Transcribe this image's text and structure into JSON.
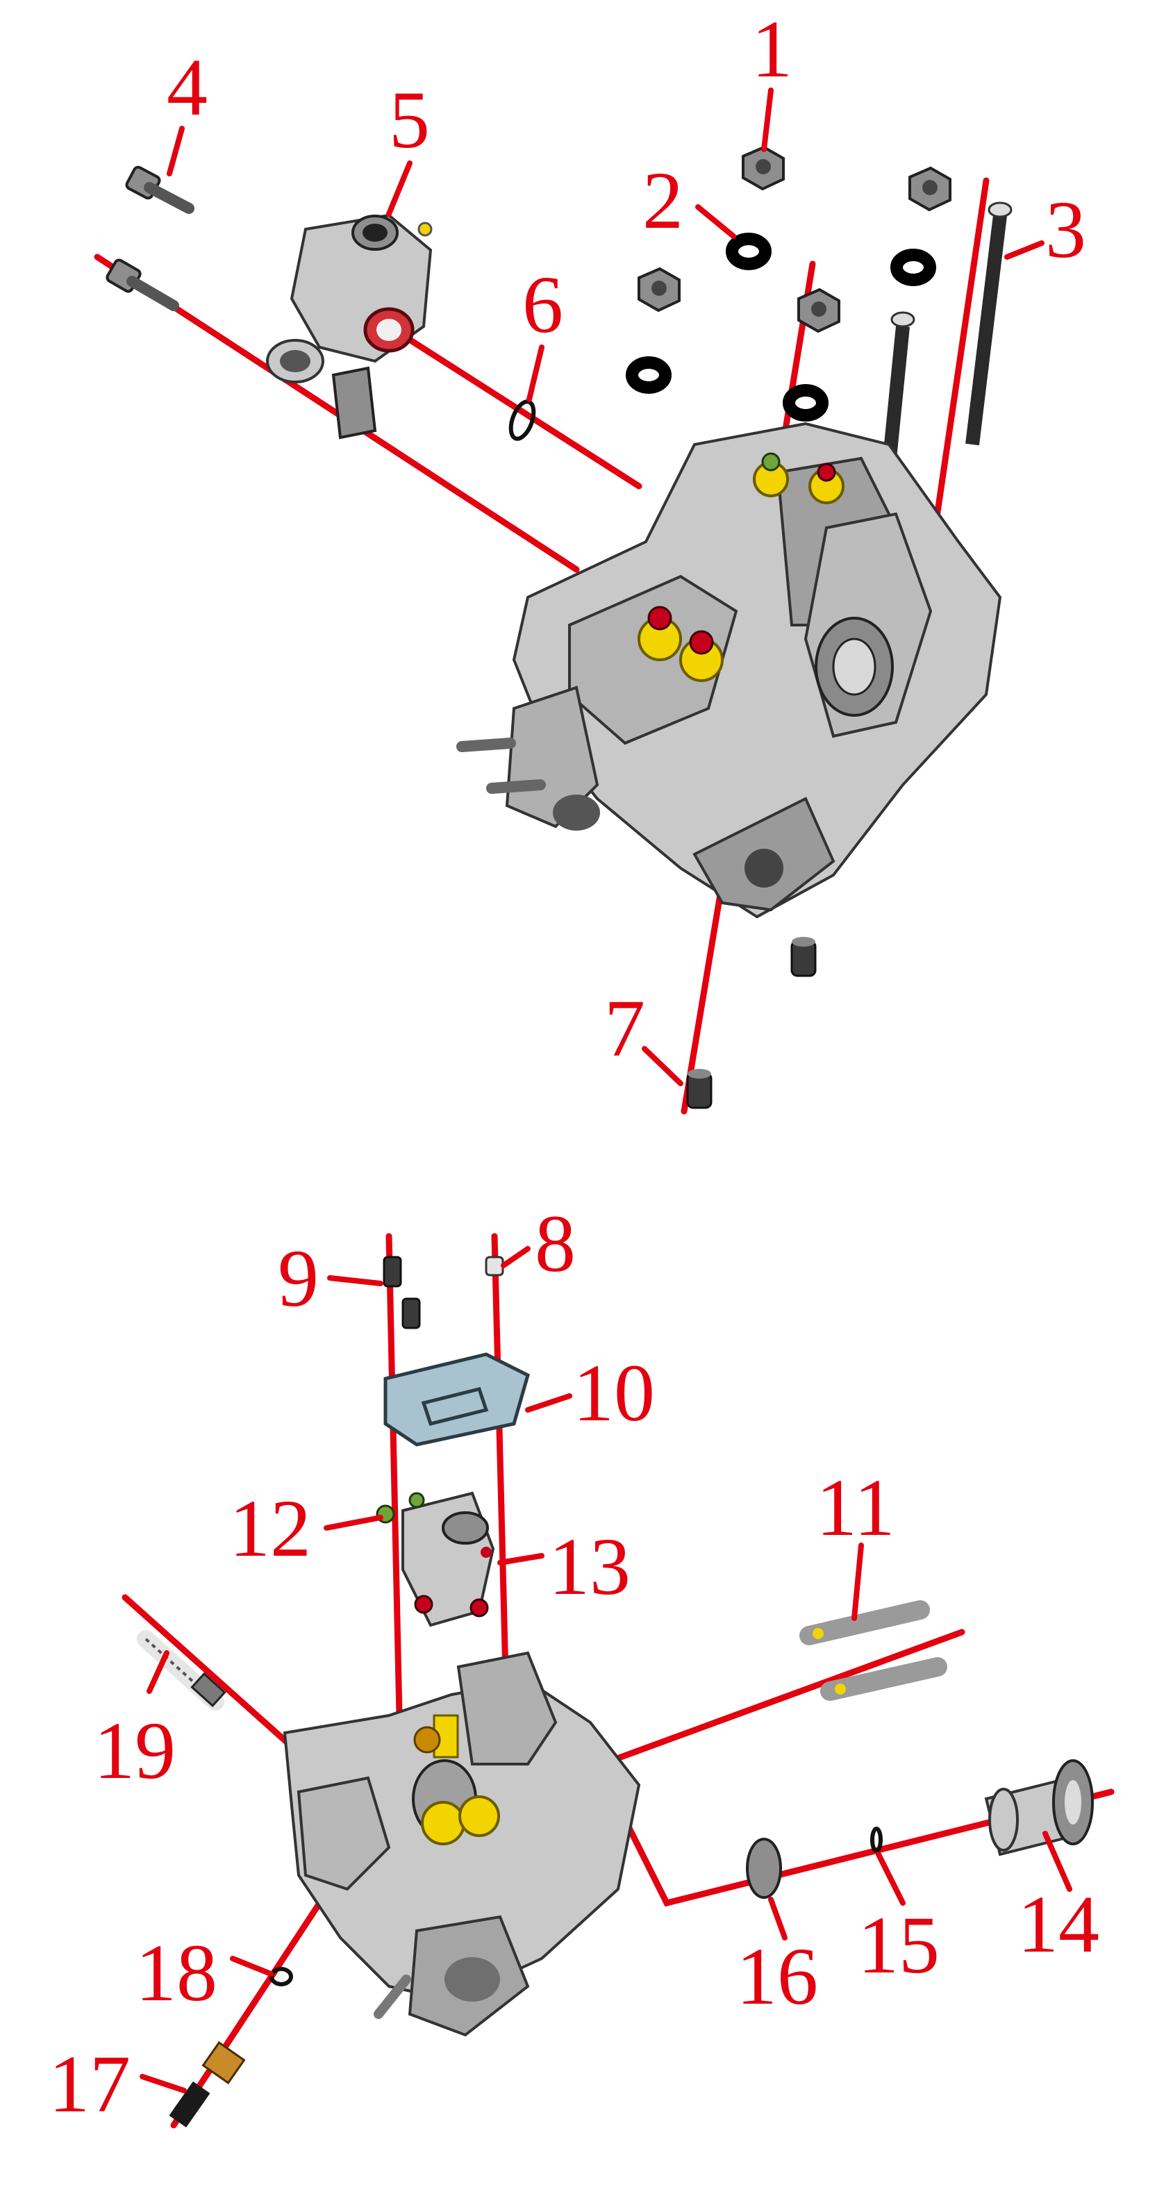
{
  "callouts": [
    {
      "id": "1",
      "label": "1"
    },
    {
      "id": "2",
      "label": "2"
    },
    {
      "id": "3",
      "label": "3"
    },
    {
      "id": "4",
      "label": "4"
    },
    {
      "id": "5",
      "label": "5"
    },
    {
      "id": "6",
      "label": "6"
    },
    {
      "id": "7",
      "label": "7"
    },
    {
      "id": "8",
      "label": "8"
    },
    {
      "id": "9",
      "label": "9"
    },
    {
      "id": "10",
      "label": "10"
    },
    {
      "id": "11",
      "label": "11"
    },
    {
      "id": "12",
      "label": "12"
    },
    {
      "id": "13",
      "label": "13"
    },
    {
      "id": "14",
      "label": "14"
    },
    {
      "id": "15",
      "label": "15"
    },
    {
      "id": "16",
      "label": "16"
    },
    {
      "id": "17",
      "label": "17"
    },
    {
      "id": "18",
      "label": "18"
    },
    {
      "id": "19",
      "label": "19"
    }
  ],
  "colors": {
    "callout": "#e3000f",
    "background": "#ffffff",
    "metal": "#c9c9c9",
    "spring": "#f2d400"
  }
}
